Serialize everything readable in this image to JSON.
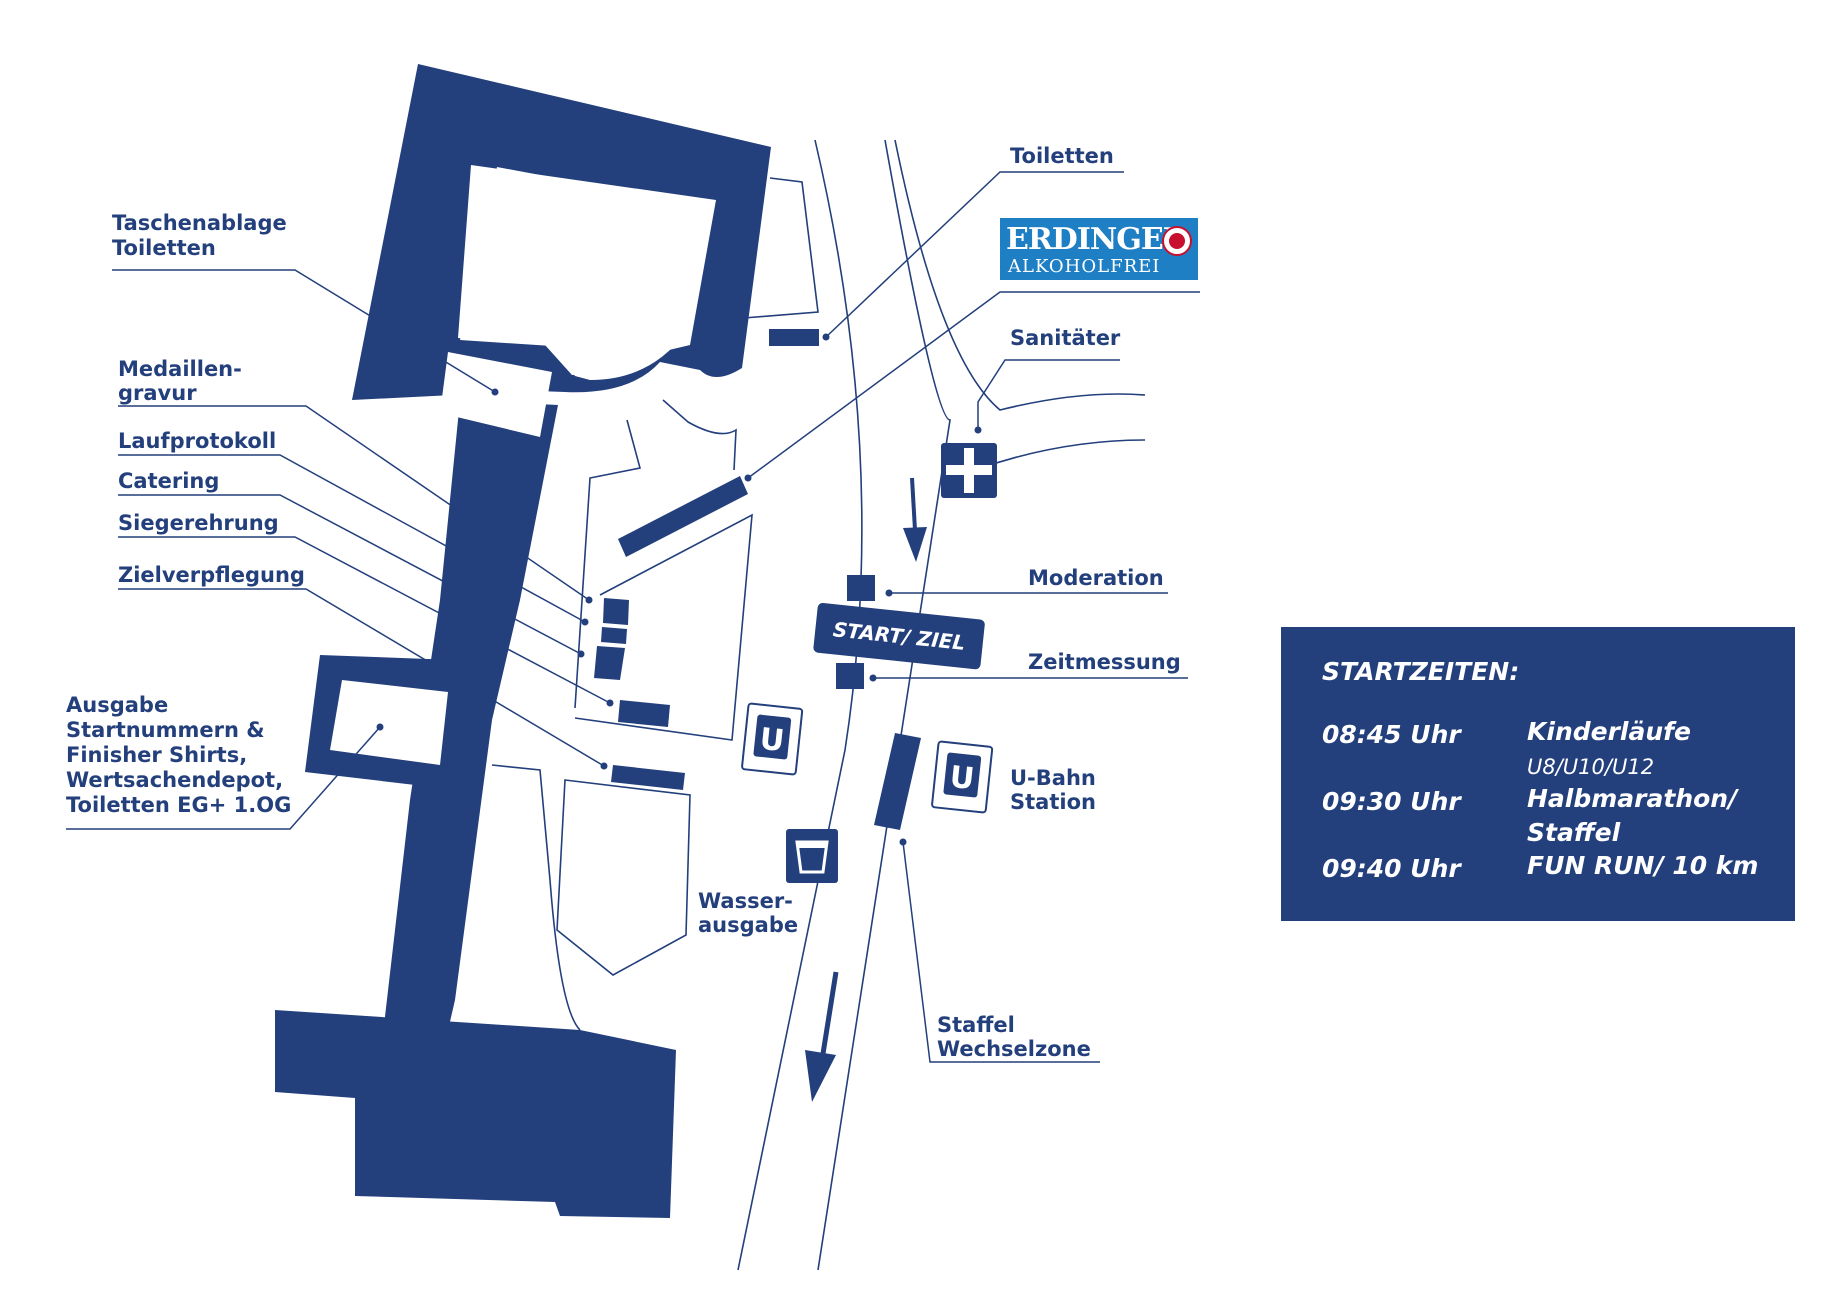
{
  "labels": {
    "taschenablage": [
      "Taschenablage",
      "Toiletten"
    ],
    "medaillen": [
      "Medaillen-",
      "gravur"
    ],
    "laufprotokoll": "Laufprotokoll",
    "catering": "Catering",
    "siegerehrung": "Siegerehrung",
    "zielverpflegung": "Zielverpflegung",
    "ausgabe": [
      "Ausgabe",
      "Startnummern &",
      "Finisher Shirts,",
      "Wertsachendepot,",
      "Toiletten EG+ 1.OG"
    ],
    "toiletten": "Toiletten",
    "sanitaeter": "Sanitäter",
    "moderation": "Moderation",
    "zeitmessung": "Zeitmessung",
    "ubahn": [
      "U-Bahn",
      "Station"
    ],
    "wasser": [
      "Wasser-",
      "ausgabe"
    ],
    "staffel": [
      "Staffel",
      "Wechselzone"
    ],
    "start_ziel": "START/ ZIEL",
    "u_symbol": "U"
  },
  "logo": {
    "brand": "ERDINGER",
    "sub": "ALKOHOLFREI",
    "bg_color": "#1f7fc4",
    "accent_color": "#c8102e"
  },
  "startzeiten": {
    "title": "STARTZEITEN:",
    "rows": [
      {
        "time": "08:45 Uhr",
        "label": "Kinderläufe",
        "sub": "U8/U10/U12"
      },
      {
        "time": "09:30 Uhr",
        "label": "Halbmarathon/ Staffel",
        "sub": ""
      },
      {
        "time": "09:40 Uhr",
        "label": "FUN RUN/ 10 km",
        "sub": ""
      }
    ]
  },
  "colors": {
    "primary": "#233f7c",
    "background": "#ffffff"
  },
  "icons": [
    "medical-cross-icon",
    "ubahn-icon",
    "water-cup-icon",
    "direction-arrow-icon"
  ]
}
